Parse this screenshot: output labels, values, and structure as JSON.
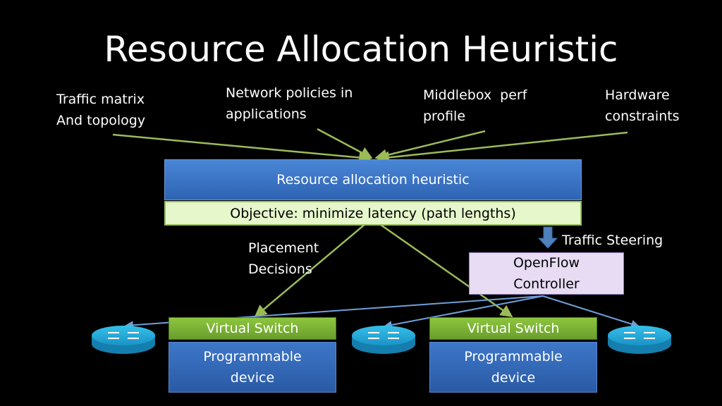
{
  "title": "Resource Allocation Heuristic",
  "inputs": {
    "traffic_matrix": [
      "Traffic matrix",
      "And topology"
    ],
    "network_policies": [
      "Network policies in",
      "applications"
    ],
    "middlebox": [
      "Middlebox  perf",
      "profile"
    ],
    "hardware": [
      "Hardware",
      "constraints"
    ]
  },
  "main_box": "Resource allocation heuristic",
  "objective": "Objective: minimize latency (path lengths)",
  "placement": [
    "Placement",
    "Decisions"
  ],
  "traffic_steering": "Traffic Steering",
  "openflow": [
    "OpenFlow",
    "Controller"
  ],
  "devices": [
    {
      "switch": "Virtual Switch",
      "device": [
        "Programmable",
        "device"
      ]
    },
    {
      "switch": "Virtual Switch",
      "device": [
        "Programmable",
        "device"
      ]
    }
  ],
  "colors": {
    "arrow_green": "#9bbb59",
    "arrow_blue": "#4f81bd",
    "router": "#1ea7d6"
  }
}
